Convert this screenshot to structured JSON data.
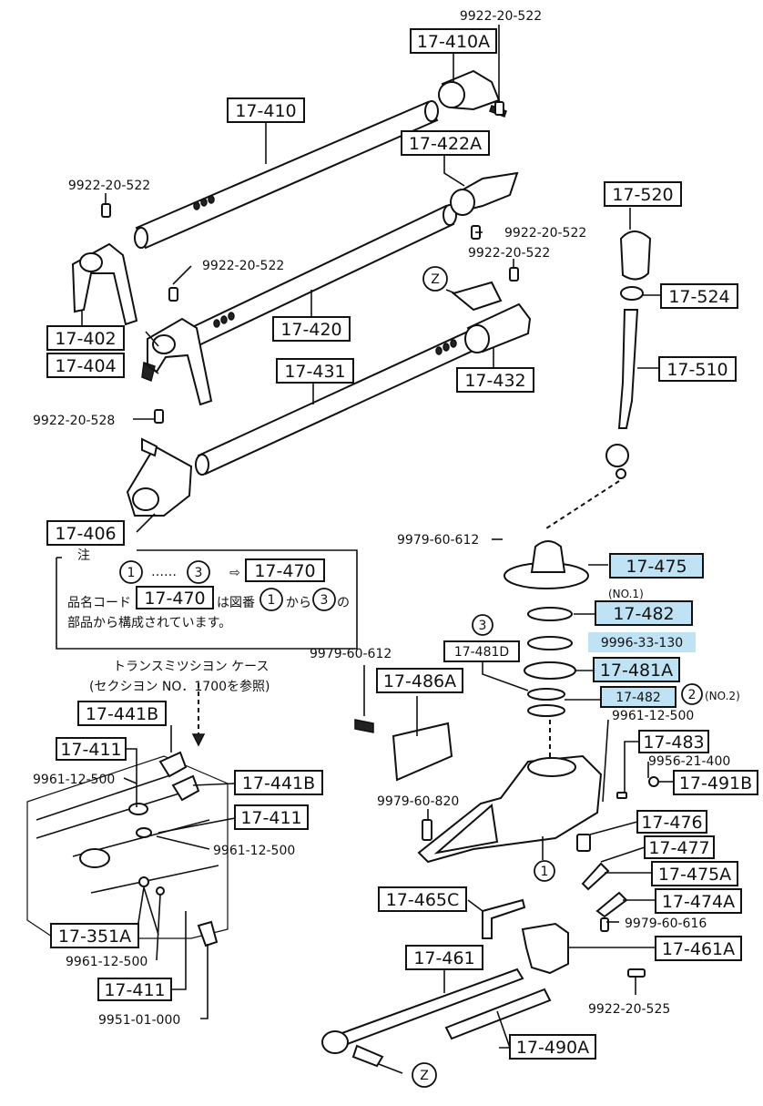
{
  "labels": {
    "p17_410A": "17-410A",
    "p17_410": "17-410",
    "p17_422A": "17-422A",
    "p17_520": "17-520",
    "p17_524": "17-524",
    "p17_510": "17-510",
    "p17_402": "17-402",
    "p17_404": "17-404",
    "p17_420": "17-420",
    "p17_431": "17-431",
    "p17_432": "17-432",
    "p17_406": "17-406",
    "p17_475": "17-475",
    "p17_482a": "17-482",
    "p9996_33_130": "9996-33-130",
    "p17_481A": "17-481A",
    "p17_482b": "17-482",
    "p17_481D": "17-481D",
    "p17_486A": "17-486A",
    "p17_483": "17-483",
    "p17_491B": "17-491B",
    "p17_476": "17-476",
    "p17_477": "17-477",
    "p17_475A": "17-475A",
    "p17_474A": "17-474A",
    "p17_461A": "17-461A",
    "p17_465C": "17-465C",
    "p17_461": "17-461",
    "p17_490A": "17-490A",
    "p17_441B_a": "17-441B",
    "p17_441B_b": "17-441B",
    "p17_411_a": "17-411",
    "p17_411_b": "17-411",
    "p17_411_c": "17-411",
    "p17_351A": "17-351A",
    "p17_470_a": "17-470",
    "p17_470_b": "17-470"
  },
  "bolts": {
    "b1": "9922-20-522",
    "b2": "9922-20-522",
    "b3": "9922-20-522",
    "b4": "9922-20-522",
    "b5": "9922-20-522",
    "b6": "9922-20-528",
    "b7": "9979-60-612",
    "b8": "9979-60-612",
    "b9": "9961-12-500",
    "b10": "9956-21-400",
    "b11": "9979-60-820",
    "b12": "9979-60-616",
    "b13": "9922-20-525",
    "b14": "9961-12-500",
    "b15": "9961-12-500",
    "b16": "9961-12-500",
    "b17": "9951-01-000"
  },
  "markers": {
    "z1": "Z",
    "z2": "Z",
    "n1": "1",
    "n2": "2",
    "n3": "3",
    "n1b": "1",
    "n3b": "3",
    "n1c": "1",
    "n3c": "3"
  },
  "notes": {
    "no1": "(NO.1)",
    "no2": "(NO.2)",
    "note_title": "注",
    "dots": "……",
    "arrow": "⇨",
    "line1a": "品名コード",
    "line1b": "は図番",
    "line1c": "から",
    "line1d": "の",
    "line2": "部品から構成されています。",
    "case1": "トランスミツシヨン  ケース",
    "case2": "(セクシヨン  NO．1700を参照)"
  },
  "colors": {
    "highlight": "#bfe3f5",
    "ink": "#111111"
  }
}
